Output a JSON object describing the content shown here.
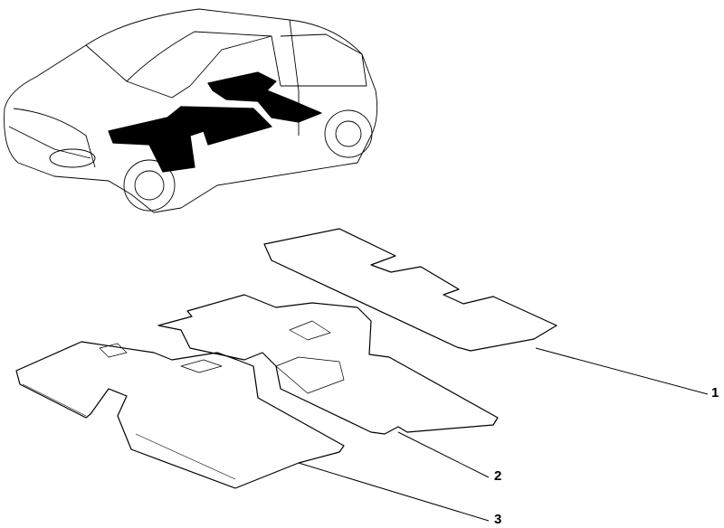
{
  "diagram": {
    "callouts": [
      {
        "id": "1",
        "label": "1"
      },
      {
        "id": "2",
        "label": "2"
      },
      {
        "id": "3",
        "label": "3"
      }
    ],
    "colors": {
      "line": "#000000",
      "mat_fill": "#000000",
      "background": "#ffffff"
    }
  }
}
